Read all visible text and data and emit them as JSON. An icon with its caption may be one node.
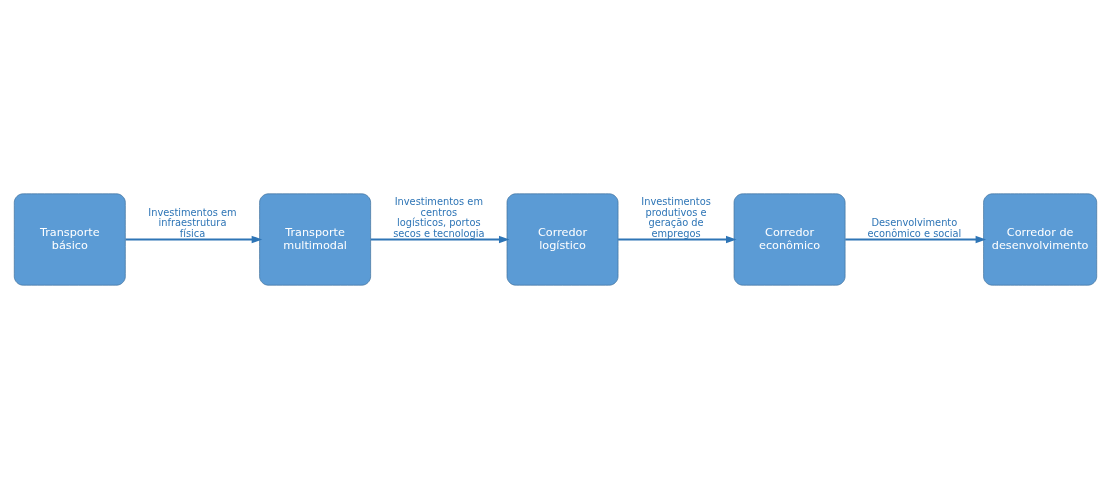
{
  "diagram": {
    "nodes": [
      {
        "text": [
          "Transporte básico"
        ]
      },
      {
        "text": [
          "Transporte multimodal"
        ]
      },
      {
        "text": [
          "Corredor logístico"
        ]
      },
      {
        "text": [
          "Corredor econômico"
        ]
      },
      {
        "text": [
          "Corredor de desenvolvimento"
        ]
      }
    ],
    "edges": [
      {
        "from": 0,
        "to": 1,
        "arrow": "to",
        "label": "Investimentos em infraestrutura física"
      },
      {
        "from": 1,
        "to": 2,
        "arrow": "to",
        "label": "Investimentos em centros logísticos, portos secos e tecnologia"
      },
      {
        "from": 2,
        "to": 3,
        "arrow": "to",
        "label": "Investimentos produtivos e geração de empregos"
      },
      {
        "from": 3,
        "to": 4,
        "arrow": "to",
        "label": "Desenvolvimento econômico e social"
      }
    ]
  }
}
